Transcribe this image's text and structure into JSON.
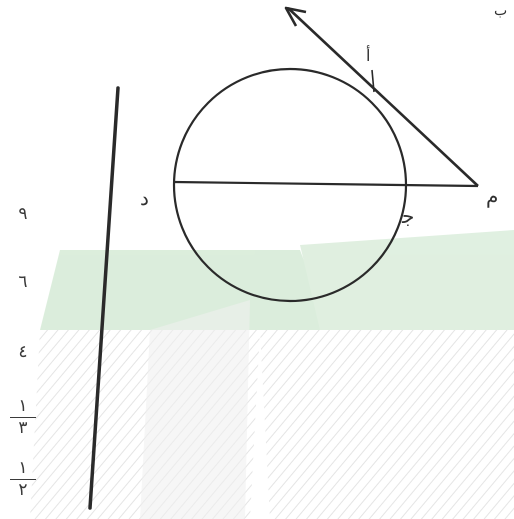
{
  "figure": {
    "point_labels": {
      "left_end": "د",
      "right_point": "م",
      "inner_intersection": "ﺟ",
      "tangent_point": "أ",
      "top_right_mark": "ب"
    },
    "colors": {
      "ink": "#2a2a2a",
      "bg_green": "#cfe6cf",
      "bg_gray": "#dcdcdc"
    }
  },
  "choices": [
    {
      "numerator": "٩",
      "denominator": ""
    },
    {
      "numerator": "٦",
      "denominator": ""
    },
    {
      "numerator": "٤",
      "denominator": ""
    },
    {
      "numerator": "١",
      "denominator": "٣"
    },
    {
      "numerator": "١",
      "denominator": "٢"
    }
  ]
}
